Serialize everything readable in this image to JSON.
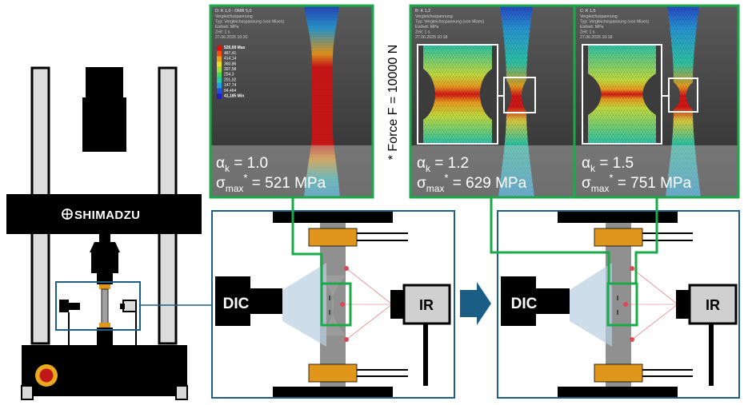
{
  "machine": {
    "brand": "SHIMADZU"
  },
  "force_note": "* Force F = 10000 N",
  "dic_label": "DIC",
  "ir_label": "IR",
  "simulations": [
    {
      "header": [
        "D: K 1,0 - DMR 5,0",
        "Vergleichsspannung",
        "Typ: Vergleichsspannung (von Mises)",
        "Einheit: MPa",
        "Zeit: 1 s",
        "27.06.2025 10:20"
      ],
      "alpha_symbol": "α",
      "alpha_sub": "k",
      "alpha_value": " = 1.0",
      "sigma_symbol": "σ",
      "sigma_sub": "max",
      "sigma_sup": "*",
      "sigma_value": " = 521 MPa",
      "legend": {
        "labels": [
          "520,69 Max",
          "467,41",
          "414,14",
          "360,86",
          "307,58",
          "254,3",
          "201,02",
          "147,74",
          "94,464",
          "41,185 Min"
        ],
        "colors": [
          "#e01010",
          "#f05010",
          "#f0a010",
          "#e8e020",
          "#a0e030",
          "#40d860",
          "#20d0b0",
          "#20a0e0",
          "#2050e0",
          "#2020c0"
        ]
      }
    },
    {
      "header": [
        "B: K 1,2",
        "Vergleichsspannung",
        "Typ: Vergleichsspannung (von Mises)",
        "Einheit: MPa",
        "Zeit: 1 s",
        "27.06.2025 10:18"
      ],
      "alpha_symbol": "α",
      "alpha_sub": "k",
      "alpha_value": " = 1.2",
      "sigma_symbol": "σ",
      "sigma_sub": "max",
      "sigma_sup": "*",
      "sigma_value": " = 629 MPa"
    },
    {
      "header": [
        "C: K 1,5",
        "Vergleichsspannung",
        "Typ: Vergleichsspannung (von Mises)",
        "Einheit: MPa",
        "Zeit: 1 s",
        "27.06.2025 10:18"
      ],
      "alpha_symbol": "α",
      "alpha_sub": "k",
      "alpha_value": " = 1.5",
      "sigma_symbol": "σ",
      "sigma_sub": "max",
      "sigma_sup": "*",
      "sigma_value": " = 751 MPa"
    }
  ],
  "colors": {
    "highlight_green": "#1aaa4a",
    "frame_blue": "#1f5f86",
    "clamp_orange": "#e0961a",
    "specimen_gray": "#8f8f8f",
    "arrow_blue": "#1a5e86"
  }
}
